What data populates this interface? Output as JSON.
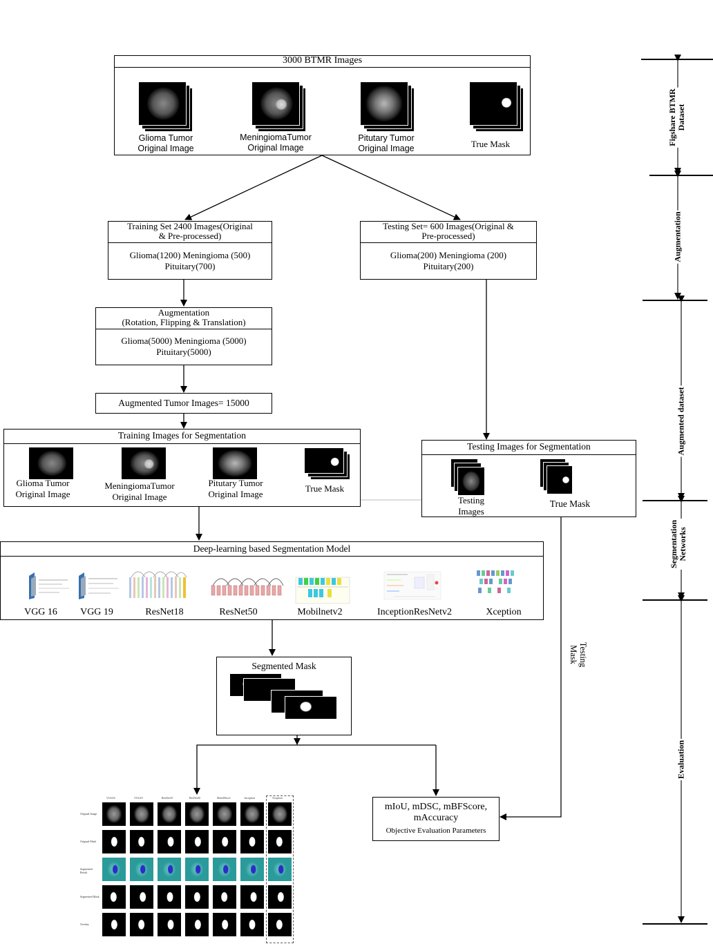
{
  "dataset_box": {
    "title": "3000 BTMR Images",
    "items": [
      {
        "line1": "Glioma Tumor",
        "line2": "Original Image"
      },
      {
        "line1": "MeningiomaTumor",
        "line2": "Original Image"
      },
      {
        "line1": "Pitutary Tumor",
        "line2": "Original Image"
      },
      {
        "line1": "True Mask",
        "line2": ""
      }
    ]
  },
  "training_set": {
    "title_line1": "Training Set 2400 Images(Original",
    "title_line2": "& Pre-processed)",
    "body_line1": "Glioma(1200) Meningioma (500)",
    "body_line2": "Pituitary(700)"
  },
  "testing_set": {
    "title_line1": "Testing Set= 600 Images(Original &",
    "title_line2": "Pre-processed)",
    "body_line1": "Glioma(200) Meningioma (200)",
    "body_line2": "Pituitary(200)"
  },
  "augmentation_box": {
    "title_line1": "Augmentation",
    "title_line2": "(Rotation, Flipping & Translation)",
    "body_line1": "Glioma(5000) Meningioma (5000)",
    "body_line2": "Pituitary(5000)"
  },
  "augmented_total": "Augmented Tumor Images= 15000",
  "training_seg": {
    "title": "Training Images for Segmentation",
    "items": [
      {
        "line1": "Glioma Tumor",
        "line2": "Original Image"
      },
      {
        "line1": "MeningiomaTumor",
        "line2": "Original Image"
      },
      {
        "line1": "Pitutary Tumor",
        "line2": "Original Image"
      },
      {
        "line1": "True Mask",
        "line2": ""
      }
    ]
  },
  "testing_seg": {
    "title": "Testing Images for Segmentation",
    "item1_line1": "Testing",
    "item1_line2": "Images",
    "item2": "True Mask"
  },
  "model_box": {
    "title": "Deep-learning based Segmentation Model",
    "models": [
      "VGG 16",
      "VGG 19",
      "ResNet18",
      "ResNet50",
      "Mobilnetv2",
      "InceptionResNetv2",
      "Xception"
    ]
  },
  "segmented_mask": "Segmented Mask",
  "metrics": {
    "line1": "mIoU, mDSC, mBFScore,",
    "line2": "mAccuracy",
    "line3": "Objective Evaluation Parameters"
  },
  "testing_mask_line1": "Testing",
  "testing_mask_line2": "Mask",
  "stages": {
    "dataset_line1": "Figshare BTMR",
    "dataset_line2": "Dataset",
    "augmentation": "Augmentation",
    "augmented_dataset": "Augmented dataset",
    "seg_line1": "Segmentation",
    "seg_line2": "Networks",
    "evaluation": "Evaluation"
  },
  "results_grid": {
    "columns": 7,
    "rows": 5,
    "column_headers": [
      "VGG16",
      "VGG19",
      "ResNet18",
      "ResNet50",
      "MobilNetv2",
      "Inception",
      "Xception"
    ],
    "row_labels": [
      "Original Image",
      "Original Mask",
      "Segmented Result",
      "Segmented Mask",
      "Overlay"
    ]
  },
  "colors": {
    "line": "#000000",
    "tissue": "#2a9a9a",
    "tumor": "#2c2cc8"
  }
}
